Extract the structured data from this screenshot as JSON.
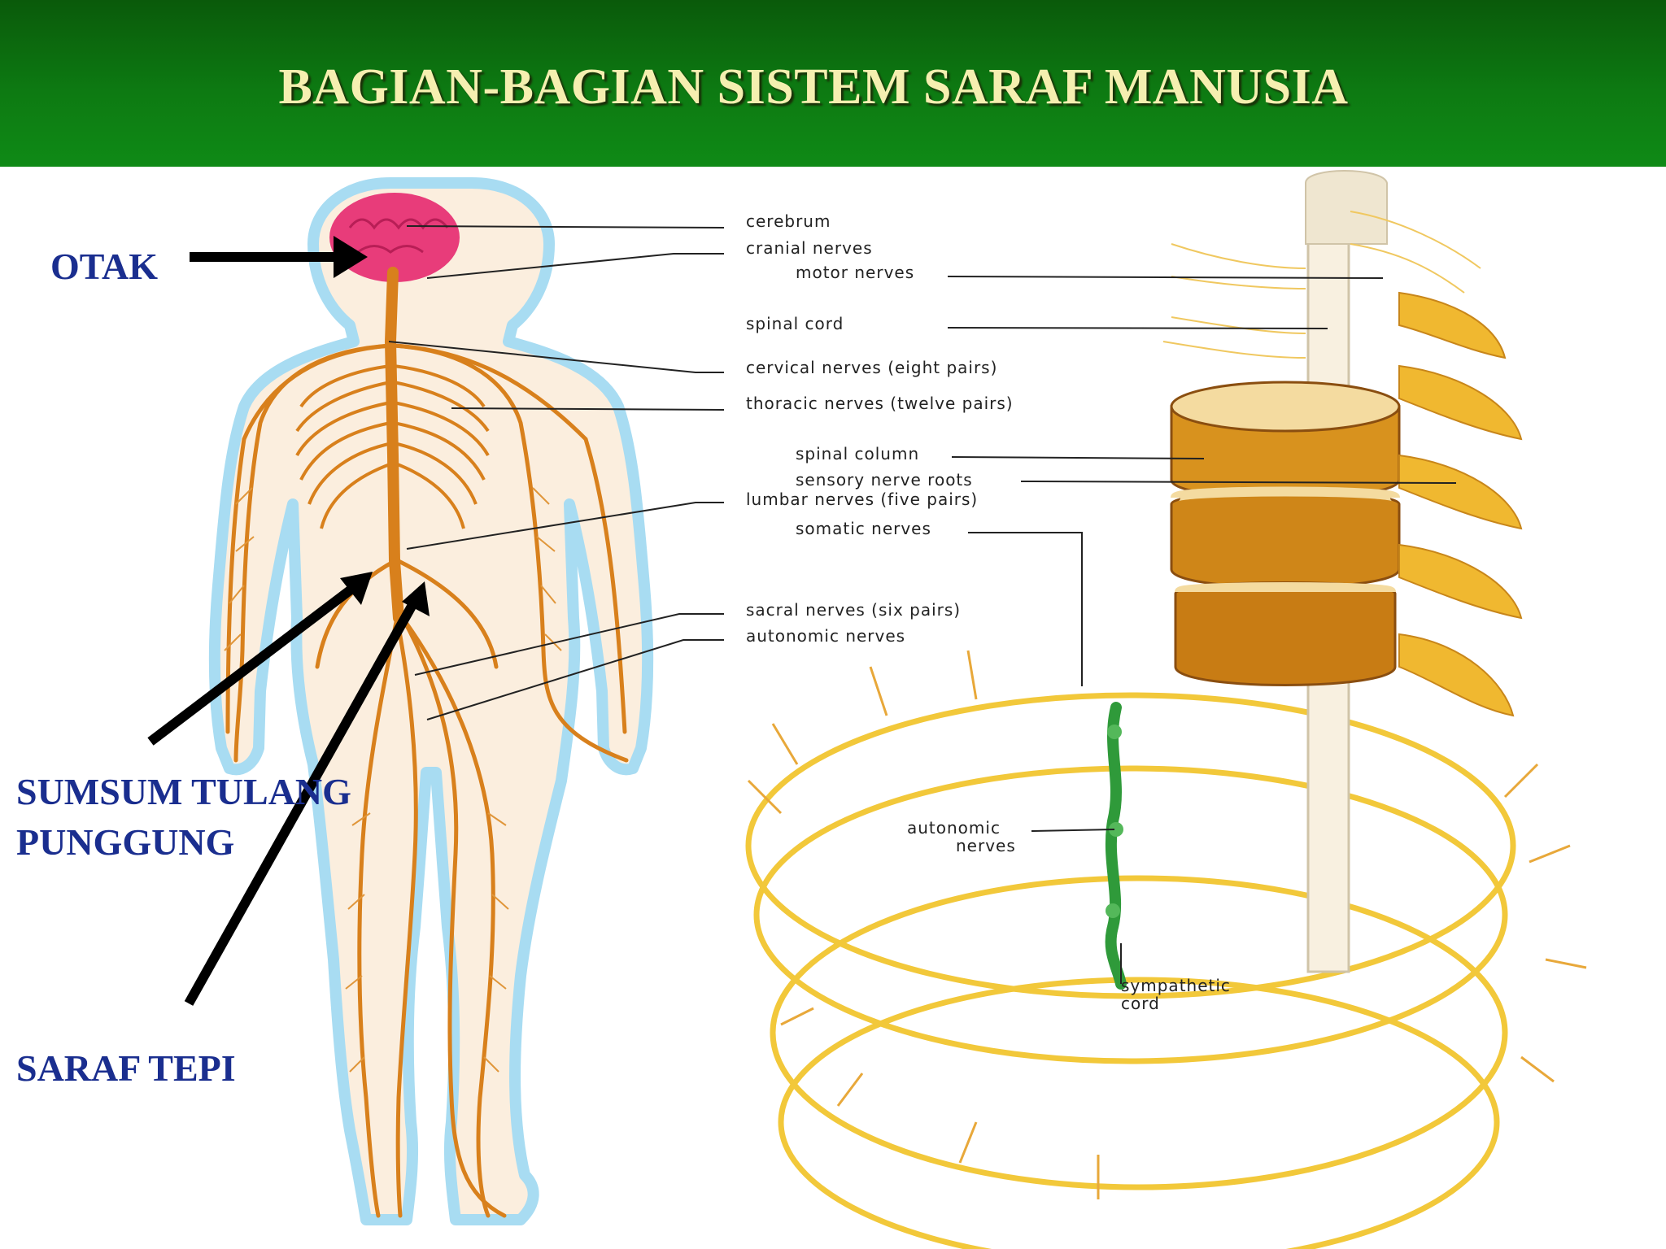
{
  "title": "BAGIAN-BAGIAN SISTEM SARAF MANUSIA",
  "callouts": {
    "otak": "OTAK",
    "sumsum_line1": "SUMSUM TULANG",
    "sumsum_line2": "PUNGGUNG",
    "saraf_tepi": "SARAF TEPI"
  },
  "labels": {
    "cerebrum": "cerebrum",
    "cranial_nerves": "cranial nerves",
    "motor_nerves": "motor nerves",
    "spinal_cord": "spinal cord",
    "cervical_nerves": "cervical nerves (eight pairs)",
    "thoracic_nerves": "thoracic nerves (twelve pairs)",
    "spinal_column": "spinal column",
    "sensory_nerve_roots": "sensory nerve roots",
    "lumbar_nerves": "lumbar nerves (five pairs)",
    "somatic_nerves": "somatic nerves",
    "sacral_nerves": "sacral nerves (six pairs)",
    "autonomic_nerves": "autonomic nerves",
    "autonomic_nerves_2_line1": "autonomic",
    "autonomic_nerves_2_line2": "nerves",
    "sympathetic_cord_line1": "sympathetic",
    "sympathetic_cord_line2": "cord"
  },
  "colors": {
    "header_green": "#0d7a12",
    "title_text": "#f5efb0",
    "callout_text": "#1a2e8f",
    "nerve_orange": "#d8801c",
    "nerve_yellow": "#f2c83a",
    "brain_pink": "#e83c7a",
    "body_outline_blue": "#a8dcf2",
    "sympathetic_green": "#2f9a3a"
  }
}
